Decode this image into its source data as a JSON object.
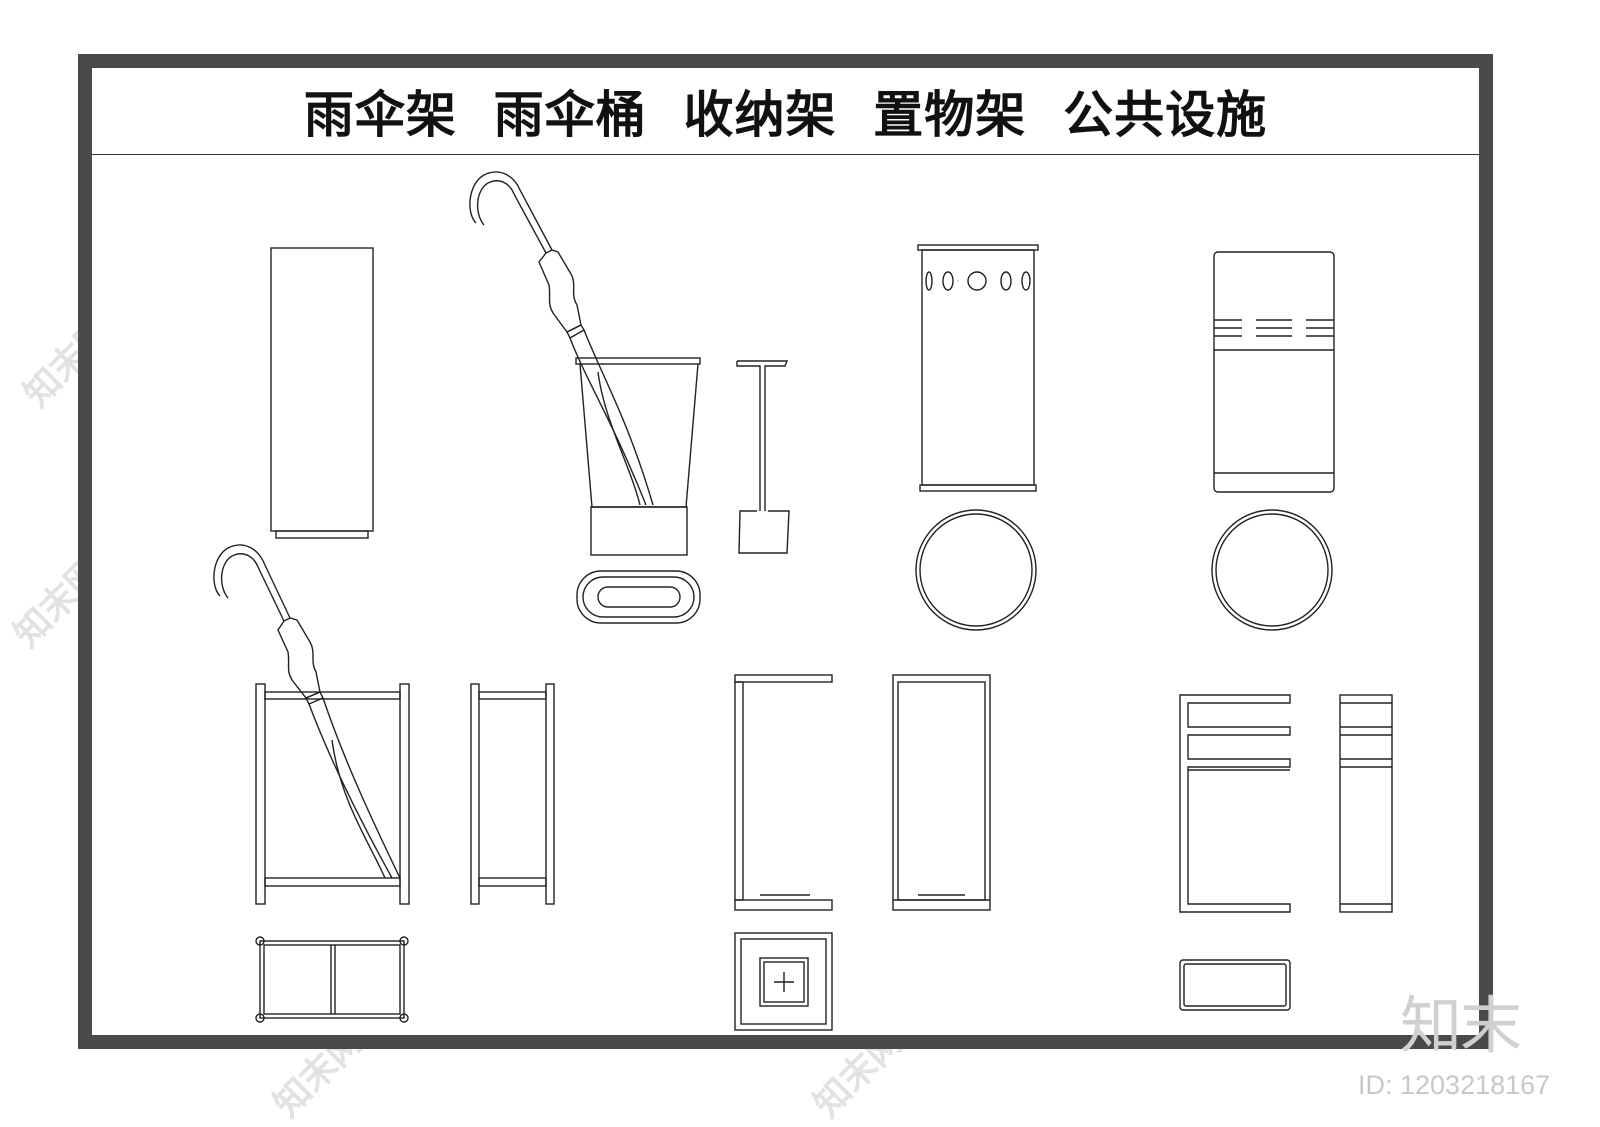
{
  "title": "雨伞架  雨伞桶  收纳架  置物架  公共设施",
  "watermark": {
    "text": "知末网www.znzmo.com",
    "logo": "知末",
    "id_text": "ID: 1203218167"
  }
}
